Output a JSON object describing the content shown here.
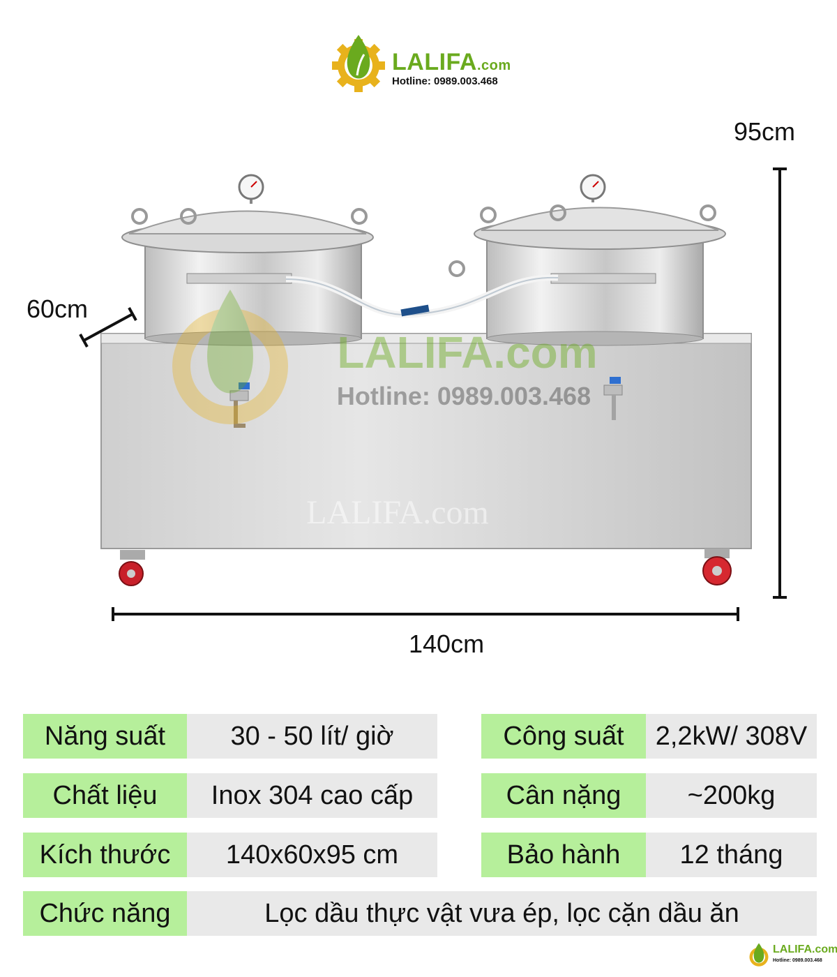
{
  "brand": {
    "name": "LALIFA",
    "domain": ".com",
    "hotline": "Hotline: 0989.003.468",
    "watermark_name": "LALIFA.com",
    "watermark_hotline": "Hotline: 0989.003.468"
  },
  "dimensions": {
    "height": "95cm",
    "depth": "60cm",
    "width": "140cm"
  },
  "specs": [
    {
      "label": "Năng suất",
      "value": "30 - 50 lít/ giờ"
    },
    {
      "label": "Công suất",
      "value": "2,2kW/ 308V"
    },
    {
      "label": "Chất liệu",
      "value": "Inox 304 cao cấp"
    },
    {
      "label": "Cân nặng",
      "value": "~200kg"
    },
    {
      "label": "Kích thước",
      "value": "140x60x95 cm"
    },
    {
      "label": "Bảo hành",
      "value": "12 tháng"
    },
    {
      "label": "Chức năng",
      "value": "Lọc dầu thực vật vưa ép, lọc cặn dầu ăn"
    }
  ],
  "colors": {
    "label_bg": "#b6ef9b",
    "value_bg": "#e9e9e9",
    "brand_green": "#6aaa1e",
    "gear_yellow": "#e8b21c"
  },
  "icons": [
    "gear-leaf-logo-icon",
    "pressure-gauge-icon",
    "wheel-icon"
  ]
}
